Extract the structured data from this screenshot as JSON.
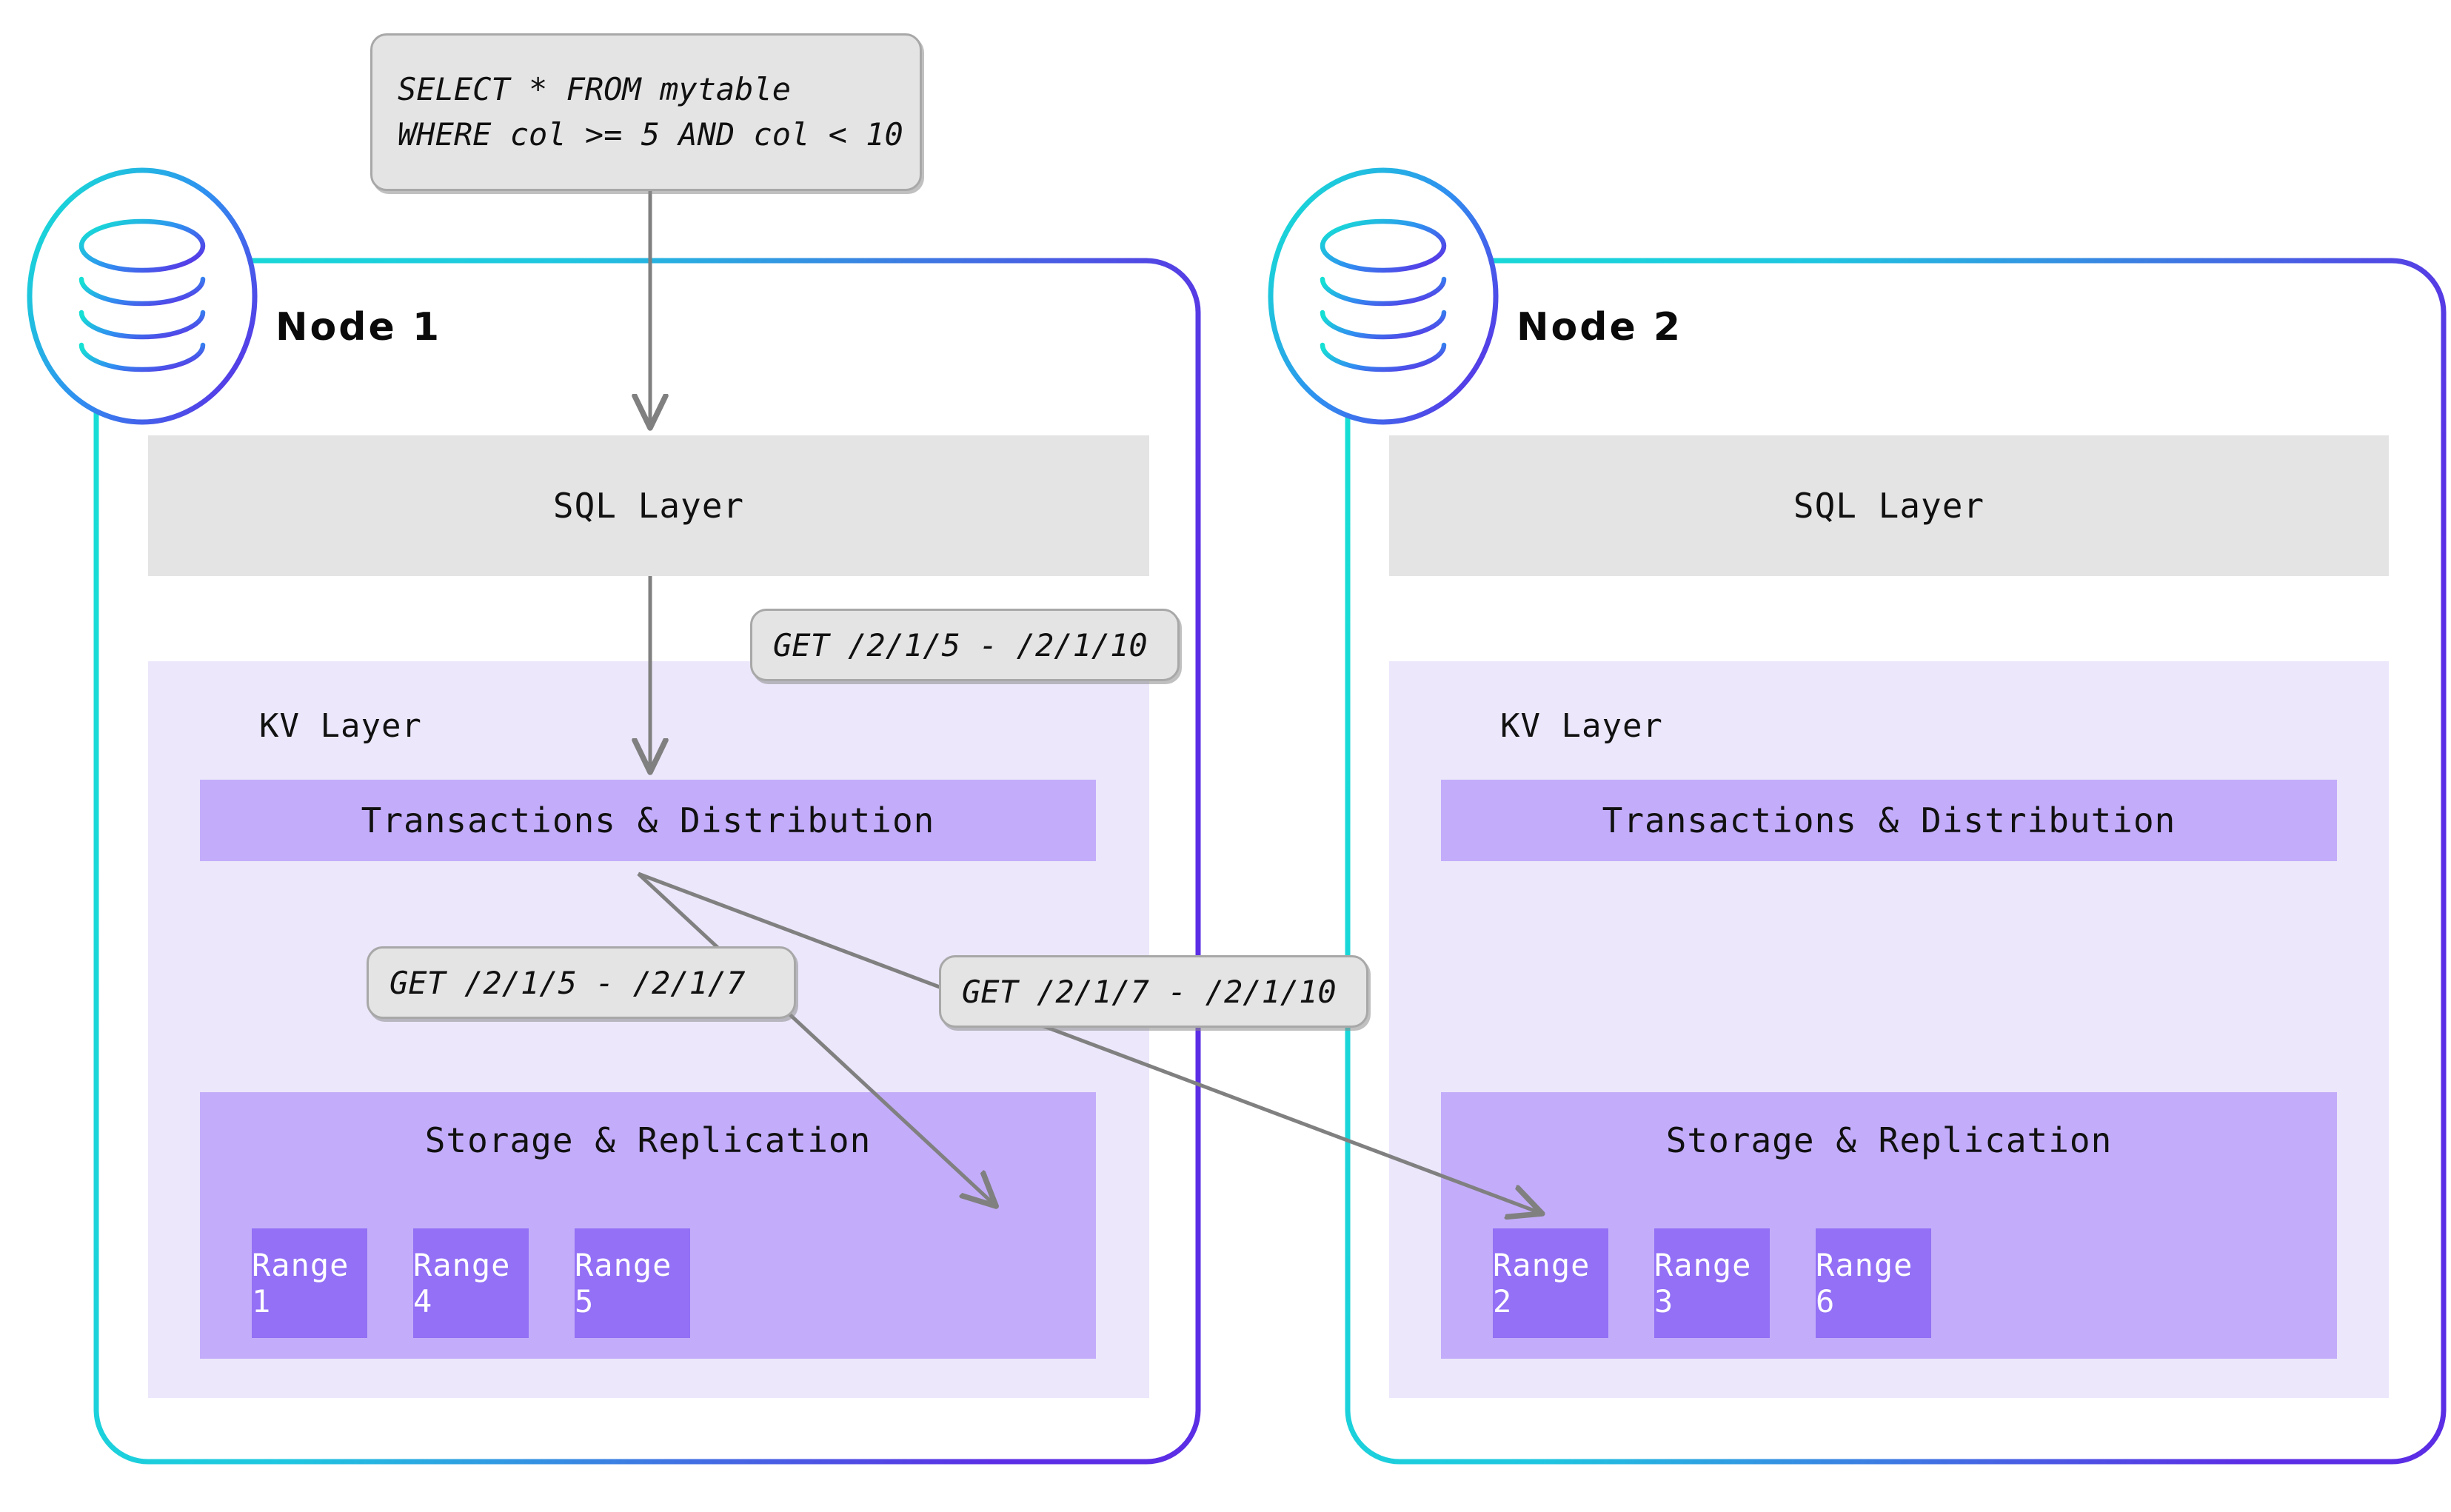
{
  "diagram": {
    "title": "CockroachDB distributed query routing across two nodes",
    "colors": {
      "gradient_start": "#16E0D4",
      "gradient_end": "#5B2EE5",
      "sql_layer_bg": "#E4E4E4",
      "kv_layer_bg": "#ECE7FB",
      "txn_box_bg": "#C3ADFA",
      "storage_box_bg": "#C3ADFA",
      "range_box_bg": "#9370F5",
      "range_text": "#FFFFFF",
      "callout_bg": "#E4E4E4",
      "callout_border": "#A8A8A8",
      "arrow": "#808080",
      "text": "#111111"
    }
  },
  "query_callout": {
    "name": "sql-query",
    "line1": "SELECT * FROM mytable",
    "line2": "WHERE col >= 5 AND col < 10"
  },
  "callouts": [
    {
      "id": "get-full-range",
      "label": "GET /2/1/5 - /2/1/10"
    },
    {
      "id": "get-lower-range",
      "label": "GET /2/1/5 - /2/1/7"
    },
    {
      "id": "get-upper-range",
      "label": "GET /2/1/7 - /2/1/10"
    }
  ],
  "nodes": [
    {
      "id": "node-1",
      "title": "Node 1",
      "icon": "database-cylinder-icon",
      "sql_layer": {
        "label": "SQL Layer"
      },
      "kv_layer": {
        "label": "KV Layer",
        "transactions": {
          "label": "Transactions & Distribution"
        },
        "storage": {
          "label": "Storage & Replication",
          "ranges": [
            {
              "label": "Range 1"
            },
            {
              "label": "Range 4"
            },
            {
              "label": "Range 5"
            }
          ]
        }
      }
    },
    {
      "id": "node-2",
      "title": "Node 2",
      "icon": "database-cylinder-icon",
      "sql_layer": {
        "label": "SQL Layer"
      },
      "kv_layer": {
        "label": "KV Layer",
        "transactions": {
          "label": "Transactions & Distribution"
        },
        "storage": {
          "label": "Storage & Replication",
          "ranges": [
            {
              "label": "Range 2"
            },
            {
              "label": "Range 3"
            },
            {
              "label": "Range 6"
            }
          ]
        }
      }
    }
  ]
}
